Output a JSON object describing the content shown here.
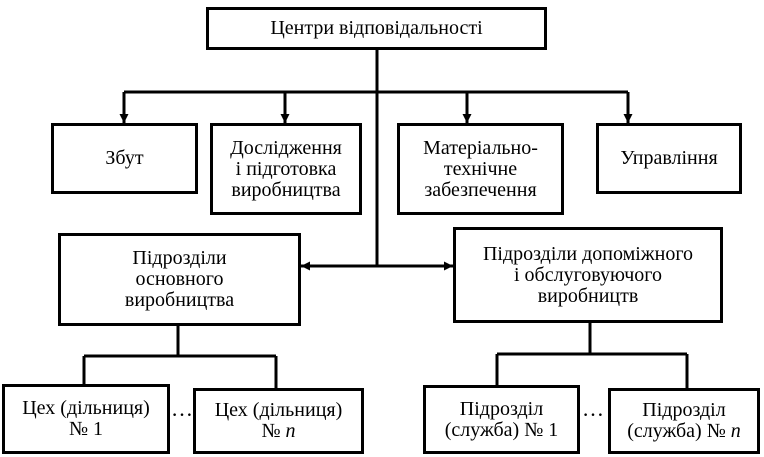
{
  "root": {
    "label": "Центри відповідальності"
  },
  "departments": [
    {
      "lines": [
        "Збут"
      ]
    },
    {
      "lines": [
        "Дослідження",
        "і підготовка",
        "виробництва"
      ]
    },
    {
      "lines": [
        "Матеріально-",
        "технічне",
        "забезпечення"
      ]
    },
    {
      "lines": [
        "Управління"
      ]
    }
  ],
  "main_production": {
    "lines": [
      "Підрозділи",
      "основного",
      "виробництва"
    ]
  },
  "auxiliary_production": {
    "lines": [
      "Підрозділи допоміжного",
      "і обслуговуючого",
      "виробництв"
    ]
  },
  "workshops": [
    {
      "line1": "Цех (дільниця)",
      "line2_prefix": "№ ",
      "line2_num": "1"
    },
    {
      "line1": "Цех (дільниця)",
      "line2_prefix": "№ ",
      "line2_num": "n"
    }
  ],
  "services": [
    {
      "line1": "Підрозділ",
      "line2_prefix": "(служба) № ",
      "line2_num": "1"
    },
    {
      "line1": "Підрозділ",
      "line2_prefix": "(служба) № ",
      "line2_num": "n"
    }
  ],
  "ellipsis": "…"
}
